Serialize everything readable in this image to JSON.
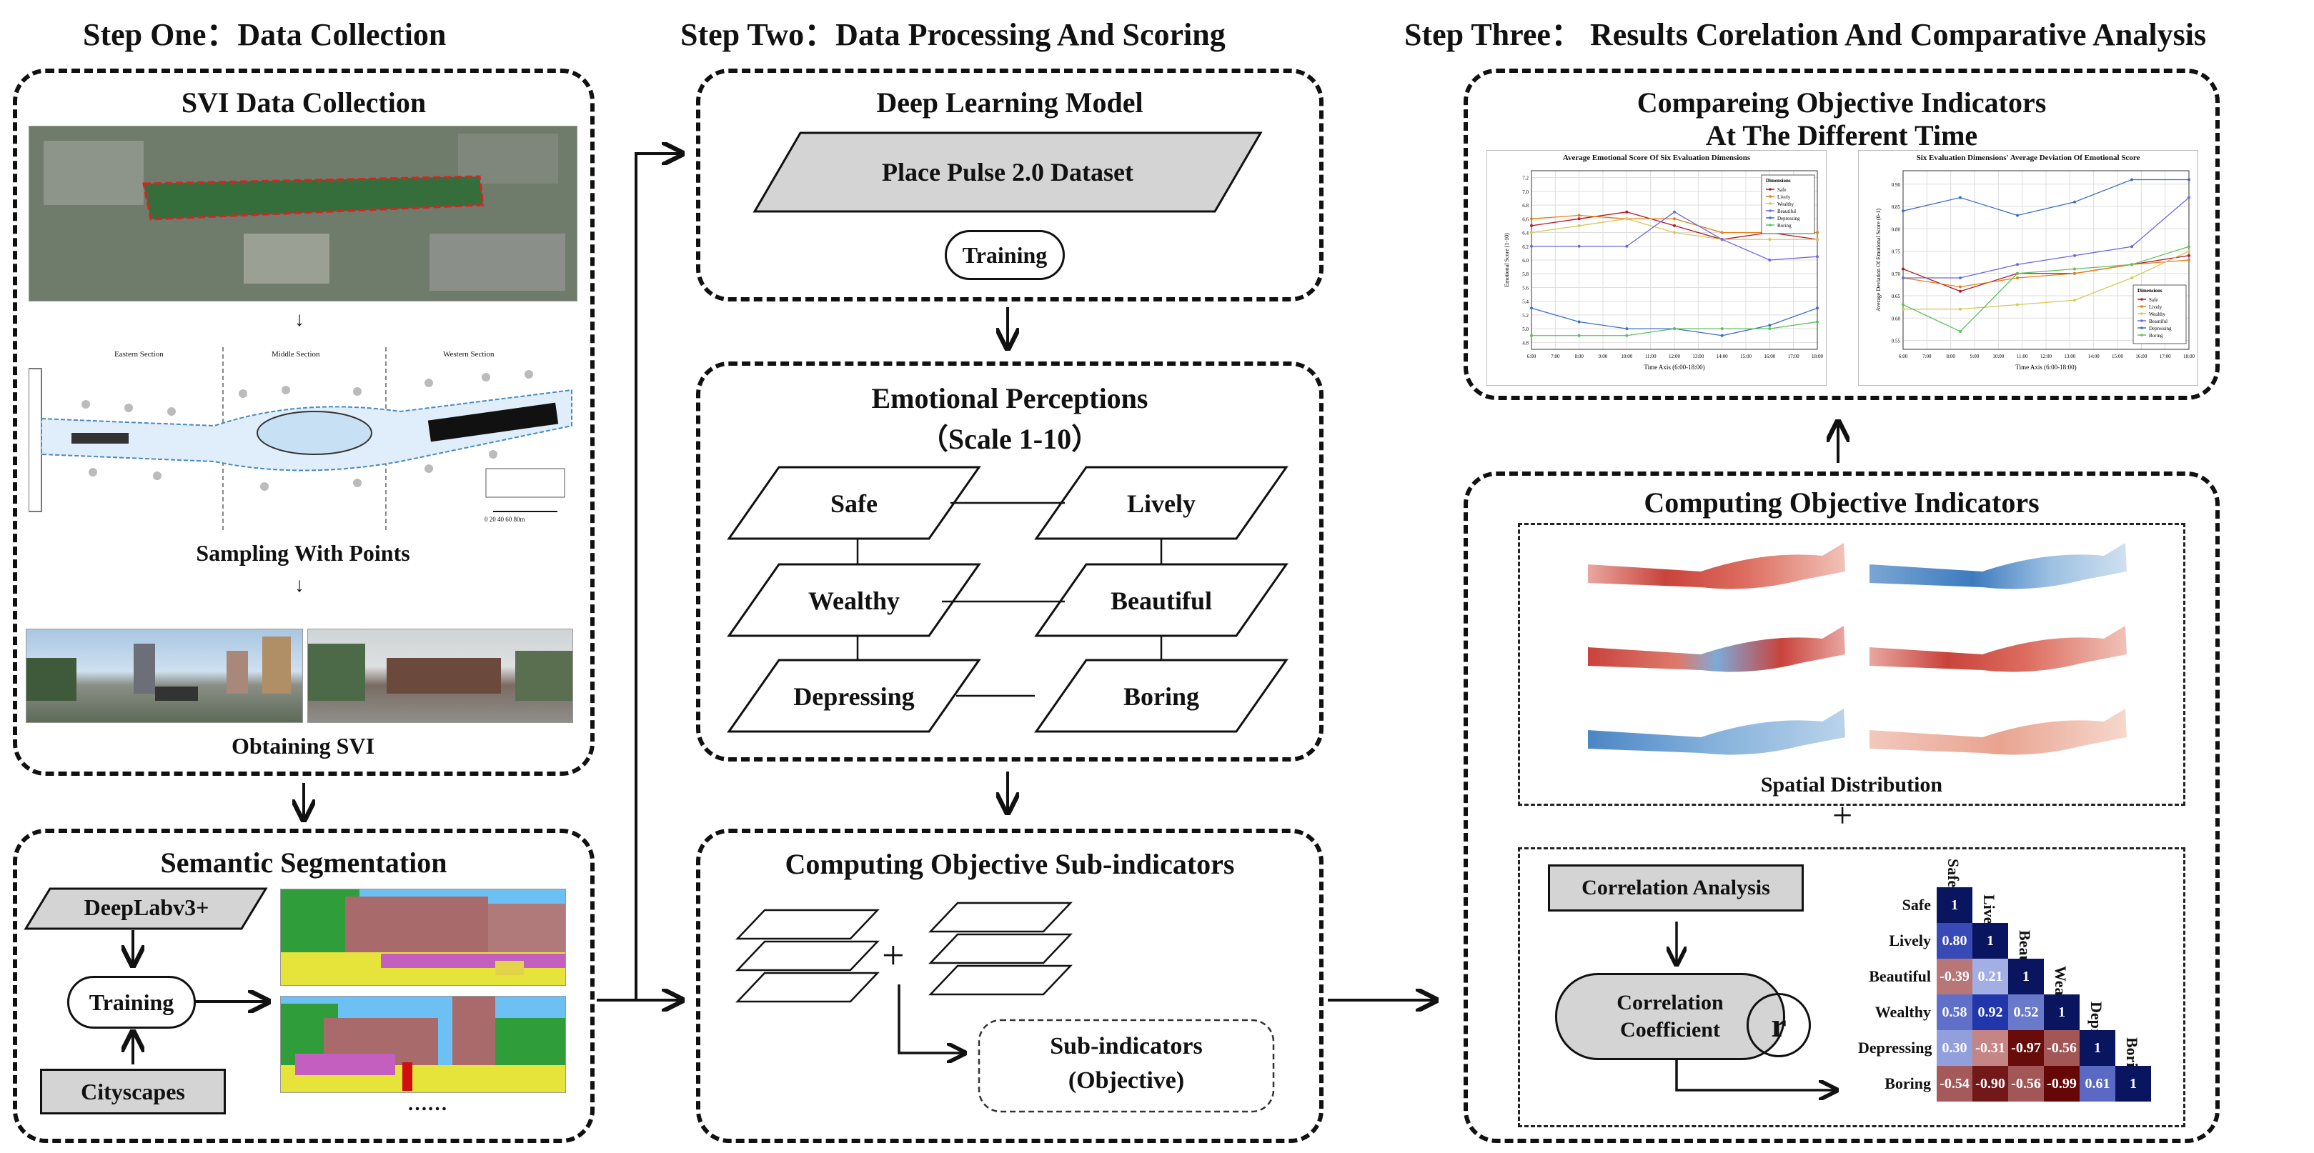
{
  "steps": {
    "one": "Step One：Data Collection",
    "two": "Step Two：Data Processing And Scoring",
    "three": "Step Three： Results Corelation And Comparative Analysis"
  },
  "step1": {
    "svi_title": "SVI Data Collection",
    "map_sections": [
      "Eastern Section",
      "Middle Section",
      "Western Section"
    ],
    "map_scale": "0   20   40   60   80m",
    "sampling_caption": "Sampling With Points",
    "obtaining_caption": "Obtaining SVI",
    "seg_title": "Semantic Segmentation",
    "deeplab": "DeepLabv3+",
    "training": "Training",
    "cityscapes": "Cityscapes",
    "ellipsis": "……"
  },
  "step2": {
    "dl_title": "Deep Learning Model",
    "dataset": "Place Pulse 2.0 Dataset",
    "training": "Training",
    "emo_title": "Emotional Perceptions",
    "emo_scale": "（Scale 1-10）",
    "perceptions": [
      "Safe",
      "Lively",
      "Wealthy",
      "Beautiful",
      "Depressing",
      "Boring"
    ],
    "sub_title": "Computing Objective Sub-indicators",
    "plus": "+",
    "sub_result_1": "Sub-indicators",
    "sub_result_2": "(Objective)"
  },
  "step3": {
    "compare_title_1": "Compareing Objective Indicators",
    "compare_title_2": "At The Different Time",
    "compute_title": "Computing Objective Indicators",
    "spatial_caption": "Spatial Distribution",
    "plus": "+",
    "corr_analysis": "Correlation Analysis",
    "corr_coef_1": "Correlation",
    "corr_coef_2": "Coefficient",
    "r_symbol": "r"
  },
  "chart_data": [
    {
      "type": "line",
      "title": "Average Emotional Score Of Six Evaluation Dimensions",
      "xlabel": "Time Axis (6:00-18:00)",
      "ylabel": "Emotional Score (1-10)",
      "categories": [
        "6:00",
        "7:00",
        "8:00",
        "9:00",
        "10:00",
        "11:00",
        "12:00",
        "13:00",
        "14:00",
        "15:00",
        "16:00",
        "17:00",
        "18:00"
      ],
      "yticks": [
        "4.8",
        "5.0",
        "5.2",
        "5.4",
        "5.6",
        "5.8",
        "6.0",
        "6.2",
        "6.4",
        "6.6",
        "6.8",
        "7.0",
        "7.2"
      ],
      "ylim": [
        4.7,
        7.3
      ],
      "legend_title": "Dimensions",
      "legend_position": "top-right",
      "series": [
        {
          "name": "Safe",
          "color": "#b2182b",
          "values": [
            6.5,
            6.6,
            6.7,
            6.5,
            6.3,
            6.4,
            6.3
          ]
        },
        {
          "name": "Lively",
          "color": "#e08214",
          "values": [
            6.6,
            6.65,
            6.6,
            6.6,
            6.4,
            6.4,
            6.4
          ]
        },
        {
          "name": "Wealthy",
          "color": "#d9c65a",
          "values": [
            6.4,
            6.5,
            6.6,
            6.4,
            6.3,
            6.3,
            6.3
          ]
        },
        {
          "name": "Beautiful",
          "color": "#6a6adf",
          "values": [
            6.2,
            6.2,
            6.2,
            6.7,
            6.3,
            6.0,
            6.05
          ]
        },
        {
          "name": "Depressing",
          "color": "#3b6fc4",
          "values": [
            5.3,
            5.1,
            5.0,
            5.0,
            4.9,
            5.05,
            5.3
          ]
        },
        {
          "name": "Boring",
          "color": "#5fbf5f",
          "values": [
            4.9,
            4.9,
            4.9,
            5.0,
            5.0,
            5.0,
            5.1
          ]
        }
      ]
    },
    {
      "type": "line",
      "title": "Six Evaluation Dimensions' Average Deviation Of Emotional Score",
      "xlabel": "Time Axis (6:00-18:00)",
      "ylabel": "Average Deviation Of Emotional Score (0-1)",
      "categories": [
        "6:00",
        "7:00",
        "8:00",
        "9:00",
        "10:00",
        "11:00",
        "12:00",
        "13:00",
        "14:00",
        "15:00",
        "16:00",
        "17:00",
        "18:00"
      ],
      "yticks": [
        "0.55",
        "0.60",
        "0.65",
        "0.70",
        "0.75",
        "0.80",
        "0.85",
        "0.90"
      ],
      "ylim": [
        0.53,
        0.93
      ],
      "legend_title": "Dimensions",
      "legend_position": "bottom-right",
      "series": [
        {
          "name": "Safe",
          "color": "#b2182b",
          "values": [
            0.71,
            0.66,
            0.7,
            0.7,
            0.72,
            0.74
          ]
        },
        {
          "name": "Lively",
          "color": "#e08214",
          "values": [
            0.69,
            0.67,
            0.69,
            0.7,
            0.72,
            0.73
          ]
        },
        {
          "name": "Wealthy",
          "color": "#d9c65a",
          "values": [
            0.62,
            0.62,
            0.63,
            0.64,
            0.69,
            0.75
          ]
        },
        {
          "name": "Beautiful",
          "color": "#6a6adf",
          "values": [
            0.69,
            0.69,
            0.72,
            0.74,
            0.76,
            0.87
          ]
        },
        {
          "name": "Depressing",
          "color": "#3b6fc4",
          "values": [
            0.84,
            0.87,
            0.83,
            0.86,
            0.91,
            0.91
          ]
        },
        {
          "name": "Boring",
          "color": "#5fbf5f",
          "values": [
            0.63,
            0.57,
            0.7,
            0.71,
            0.72,
            0.76
          ]
        }
      ]
    },
    {
      "type": "heatmap",
      "labels": [
        "Safe",
        "Lively",
        "Beautiful",
        "Wealthy",
        "Depressing",
        "Boring"
      ],
      "rows": [
        [
          1
        ],
        [
          0.8,
          1
        ],
        [
          -0.39,
          0.21,
          1
        ],
        [
          0.58,
          0.92,
          0.52,
          1
        ],
        [
          0.3,
          -0.31,
          -0.97,
          -0.56,
          1
        ],
        [
          -0.54,
          -0.9,
          -0.56,
          -0.99,
          0.61,
          1
        ]
      ],
      "display": [
        [
          "1"
        ],
        [
          "0.80",
          "1"
        ],
        [
          "-0.39",
          "0.21",
          "1"
        ],
        [
          "0.58",
          "0.92",
          "0.52",
          "1"
        ],
        [
          "0.30",
          "-0.31",
          "-0.97",
          "-0.56",
          "1"
        ],
        [
          "-0.54",
          "-0.90",
          "-0.56",
          "-0.99",
          "0.61",
          "1"
        ]
      ]
    }
  ]
}
